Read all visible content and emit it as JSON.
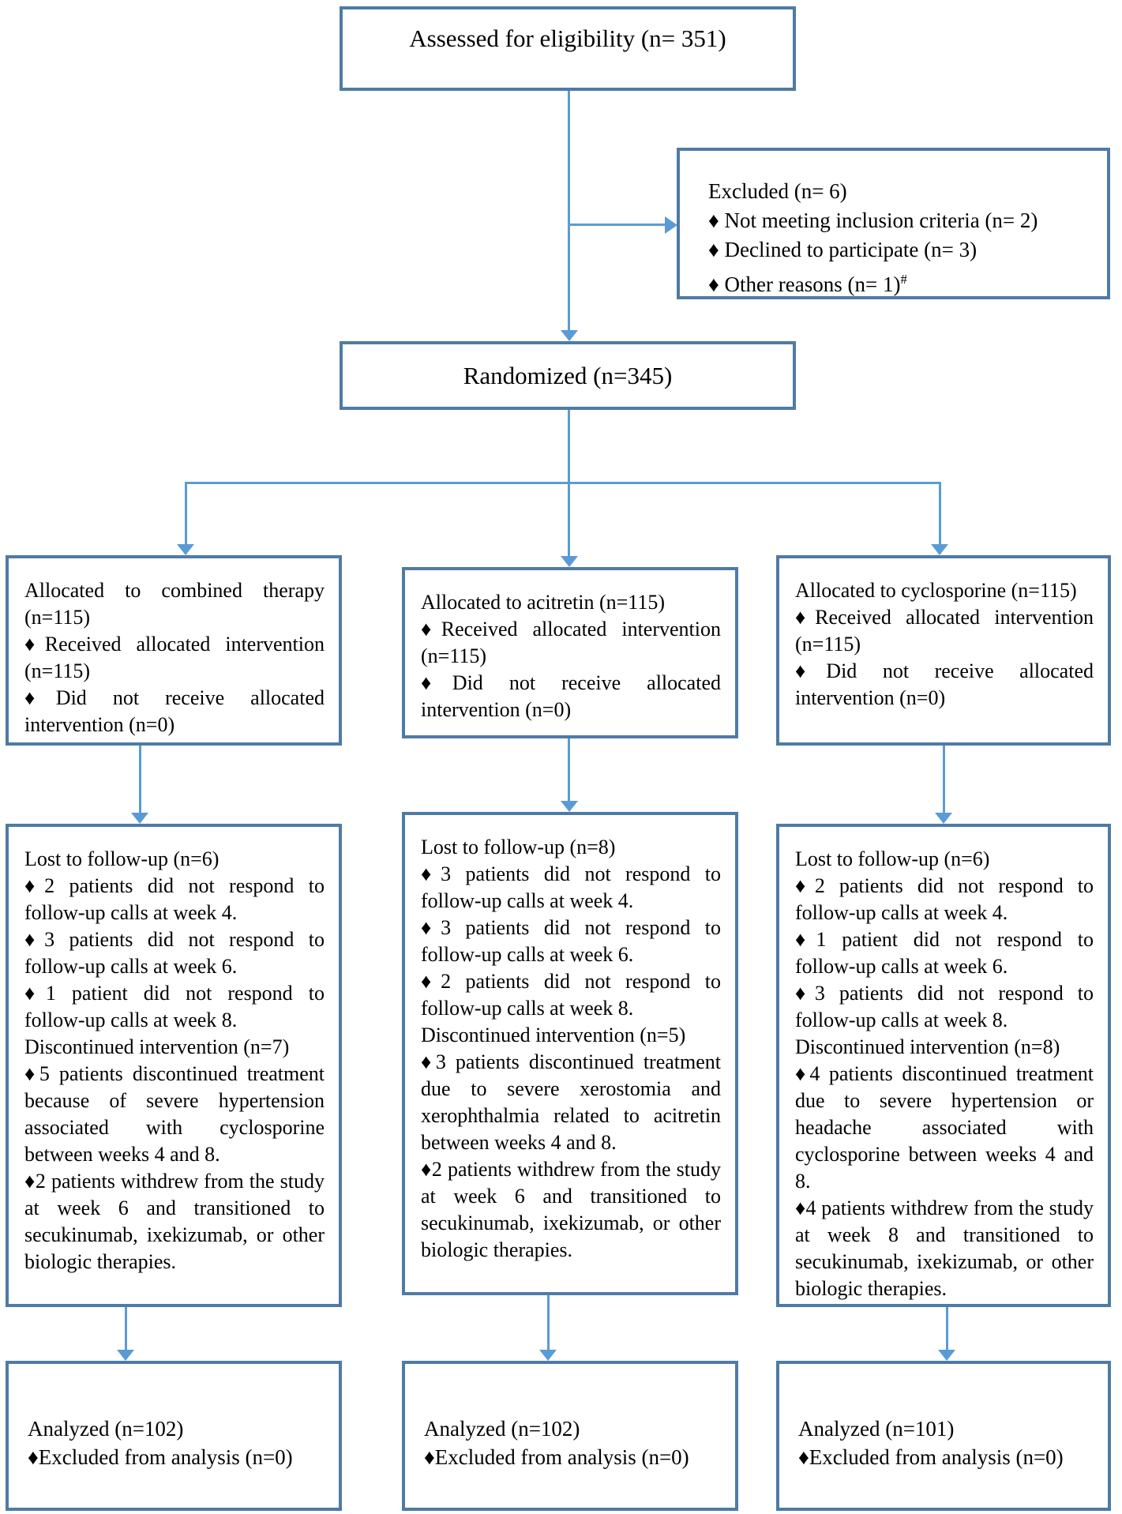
{
  "colors": {
    "box_border": "#4e7ba6",
    "connector": "#5b9bd5",
    "text": "#000000"
  },
  "flow": {
    "assessed": {
      "label": "Assessed for eligibility (n= 351)"
    },
    "excluded": {
      "title": "Excluded (n= 6)",
      "items": [
        "♦ Not meeting inclusion criteria (n= 2)",
        "♦ Declined to participate (n= 3)",
        "♦ Other reasons (n= 1)"
      ],
      "footnote_mark": "#"
    },
    "randomized": {
      "label": "Randomized (n=345)"
    },
    "alloc_combined": {
      "lines": [
        "Allocated to combined therapy (n=115)",
        "♦Received allocated intervention (n=115)",
        "♦Did not receive allocated intervention (n=0)"
      ]
    },
    "alloc_acitretin": {
      "lines": [
        "Allocated to acitretin (n=115)",
        "♦Received allocated intervention (n=115)",
        "♦Did not receive allocated intervention (n=0)"
      ]
    },
    "alloc_cyclosporine": {
      "lines": [
        "Allocated to cyclosporine (n=115)",
        "♦Received allocated intervention (n=115)",
        "♦Did not receive allocated intervention (n=0)"
      ]
    },
    "fu_combined": {
      "lines": [
        "Lost to follow-up (n=6)",
        "♦2 patients did not respond to follow-up calls at week 4.",
        "♦3 patients did not respond to follow-up calls at week 6.",
        "♦1 patient did not respond to follow-up calls at week 8.",
        "Discontinued intervention (n=7)",
        "♦5 patients discontinued treatment because of severe hypertension associated with cyclosporine between weeks 4 and 8.",
        "♦2 patients withdrew from the study at week 6 and transitioned to secukinumab, ixekizumab, or other biologic therapies."
      ]
    },
    "fu_acitretin": {
      "lines": [
        "Lost to follow-up (n=8)",
        "♦3 patients did not respond to follow-up calls at week 4.",
        "♦3 patients did not respond to follow-up calls at week 6.",
        "♦2 patients did not respond to follow-up calls at week 8.",
        "Discontinued intervention (n=5)",
        "♦3 patients discontinued treatment due to severe xerostomia and xerophthalmia related to acitretin between weeks 4 and 8.",
        "♦2 patients withdrew from the study at week 6 and transitioned to secukinumab, ixekizumab, or other biologic therapies."
      ]
    },
    "fu_cyclosporine": {
      "lines": [
        "Lost to follow-up (n=6)",
        "♦2 patients did not respond to follow-up calls at week 4.",
        "♦1 patient did not respond to follow-up calls at week 6.",
        "♦3 patients did not respond to follow-up calls at week 8.",
        "Discontinued intervention (n=8)",
        "♦4 patients discontinued treatment due to severe hypertension or headache associated with cyclosporine between weeks 4 and 8.",
        "♦4 patients withdrew from the study at week 8 and transitioned to secukinumab, ixekizumab, or other biologic therapies."
      ]
    },
    "analyzed_combined": {
      "lines": [
        "Analyzed (n=102)",
        "♦Excluded from analysis (n=0)"
      ]
    },
    "analyzed_acitretin": {
      "lines": [
        "Analyzed (n=102)",
        "♦Excluded from analysis (n=0)"
      ]
    },
    "analyzed_cyclosporine": {
      "lines": [
        "Analyzed (n=101)",
        "♦Excluded from analysis (n=0)"
      ]
    }
  }
}
